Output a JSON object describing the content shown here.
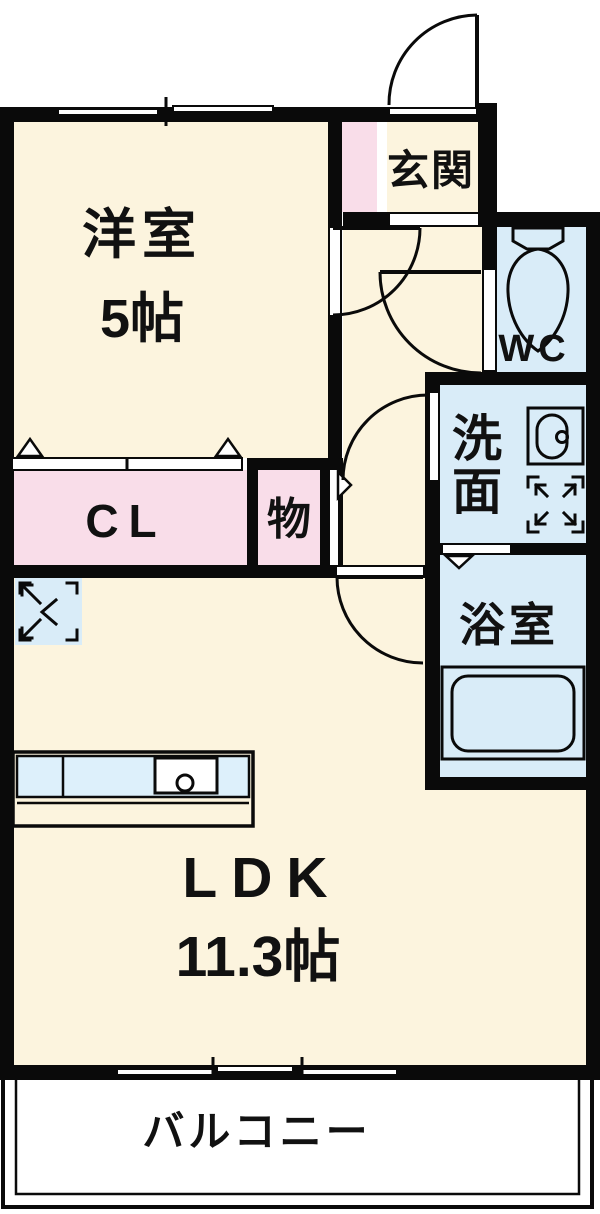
{
  "floor_plan": {
    "type": "japanese-apartment-1LDK-madori",
    "labels": {
      "western_room": "洋室",
      "western_room_size": "5帖",
      "entrance": "玄関",
      "wc": "WC",
      "washroom_line1": "洗",
      "washroom_line2": "面",
      "bathroom": "浴室",
      "closet": "CL",
      "storage": "物",
      "ldk": "LDK",
      "ldk_size": "11.3帖",
      "balcony": "バルコニー"
    },
    "colors": {
      "floor_cream": "#FCF4DE",
      "closet_pink": "#F9DDE9",
      "wet_area_blue": "#D9ECF8",
      "kitchen_blue": "#DDF0FB",
      "wall_black": "#0a0a0a",
      "outside_white": "#ffffff"
    },
    "icons": {
      "toilet": "toilet tank and bowl in WC",
      "washbasin": "square basin with pill bowl and faucet dot in washroom",
      "washing_machine_space": "box with four outward corner arrows in washroom",
      "bathtub": "double-outline rounded tub in bathroom",
      "refrigerator_space": "box with corner brackets and arrows in LDK corner",
      "kitchen_counter": "counter with sink and faucet in LDK",
      "door_swing_arcs": "quarter-circle swing doors",
      "sliding_windows": "offset double-bar windows on outer walls",
      "closet_arrows": "up triangles on CL sliding doors, right arrow on storage"
    }
  }
}
